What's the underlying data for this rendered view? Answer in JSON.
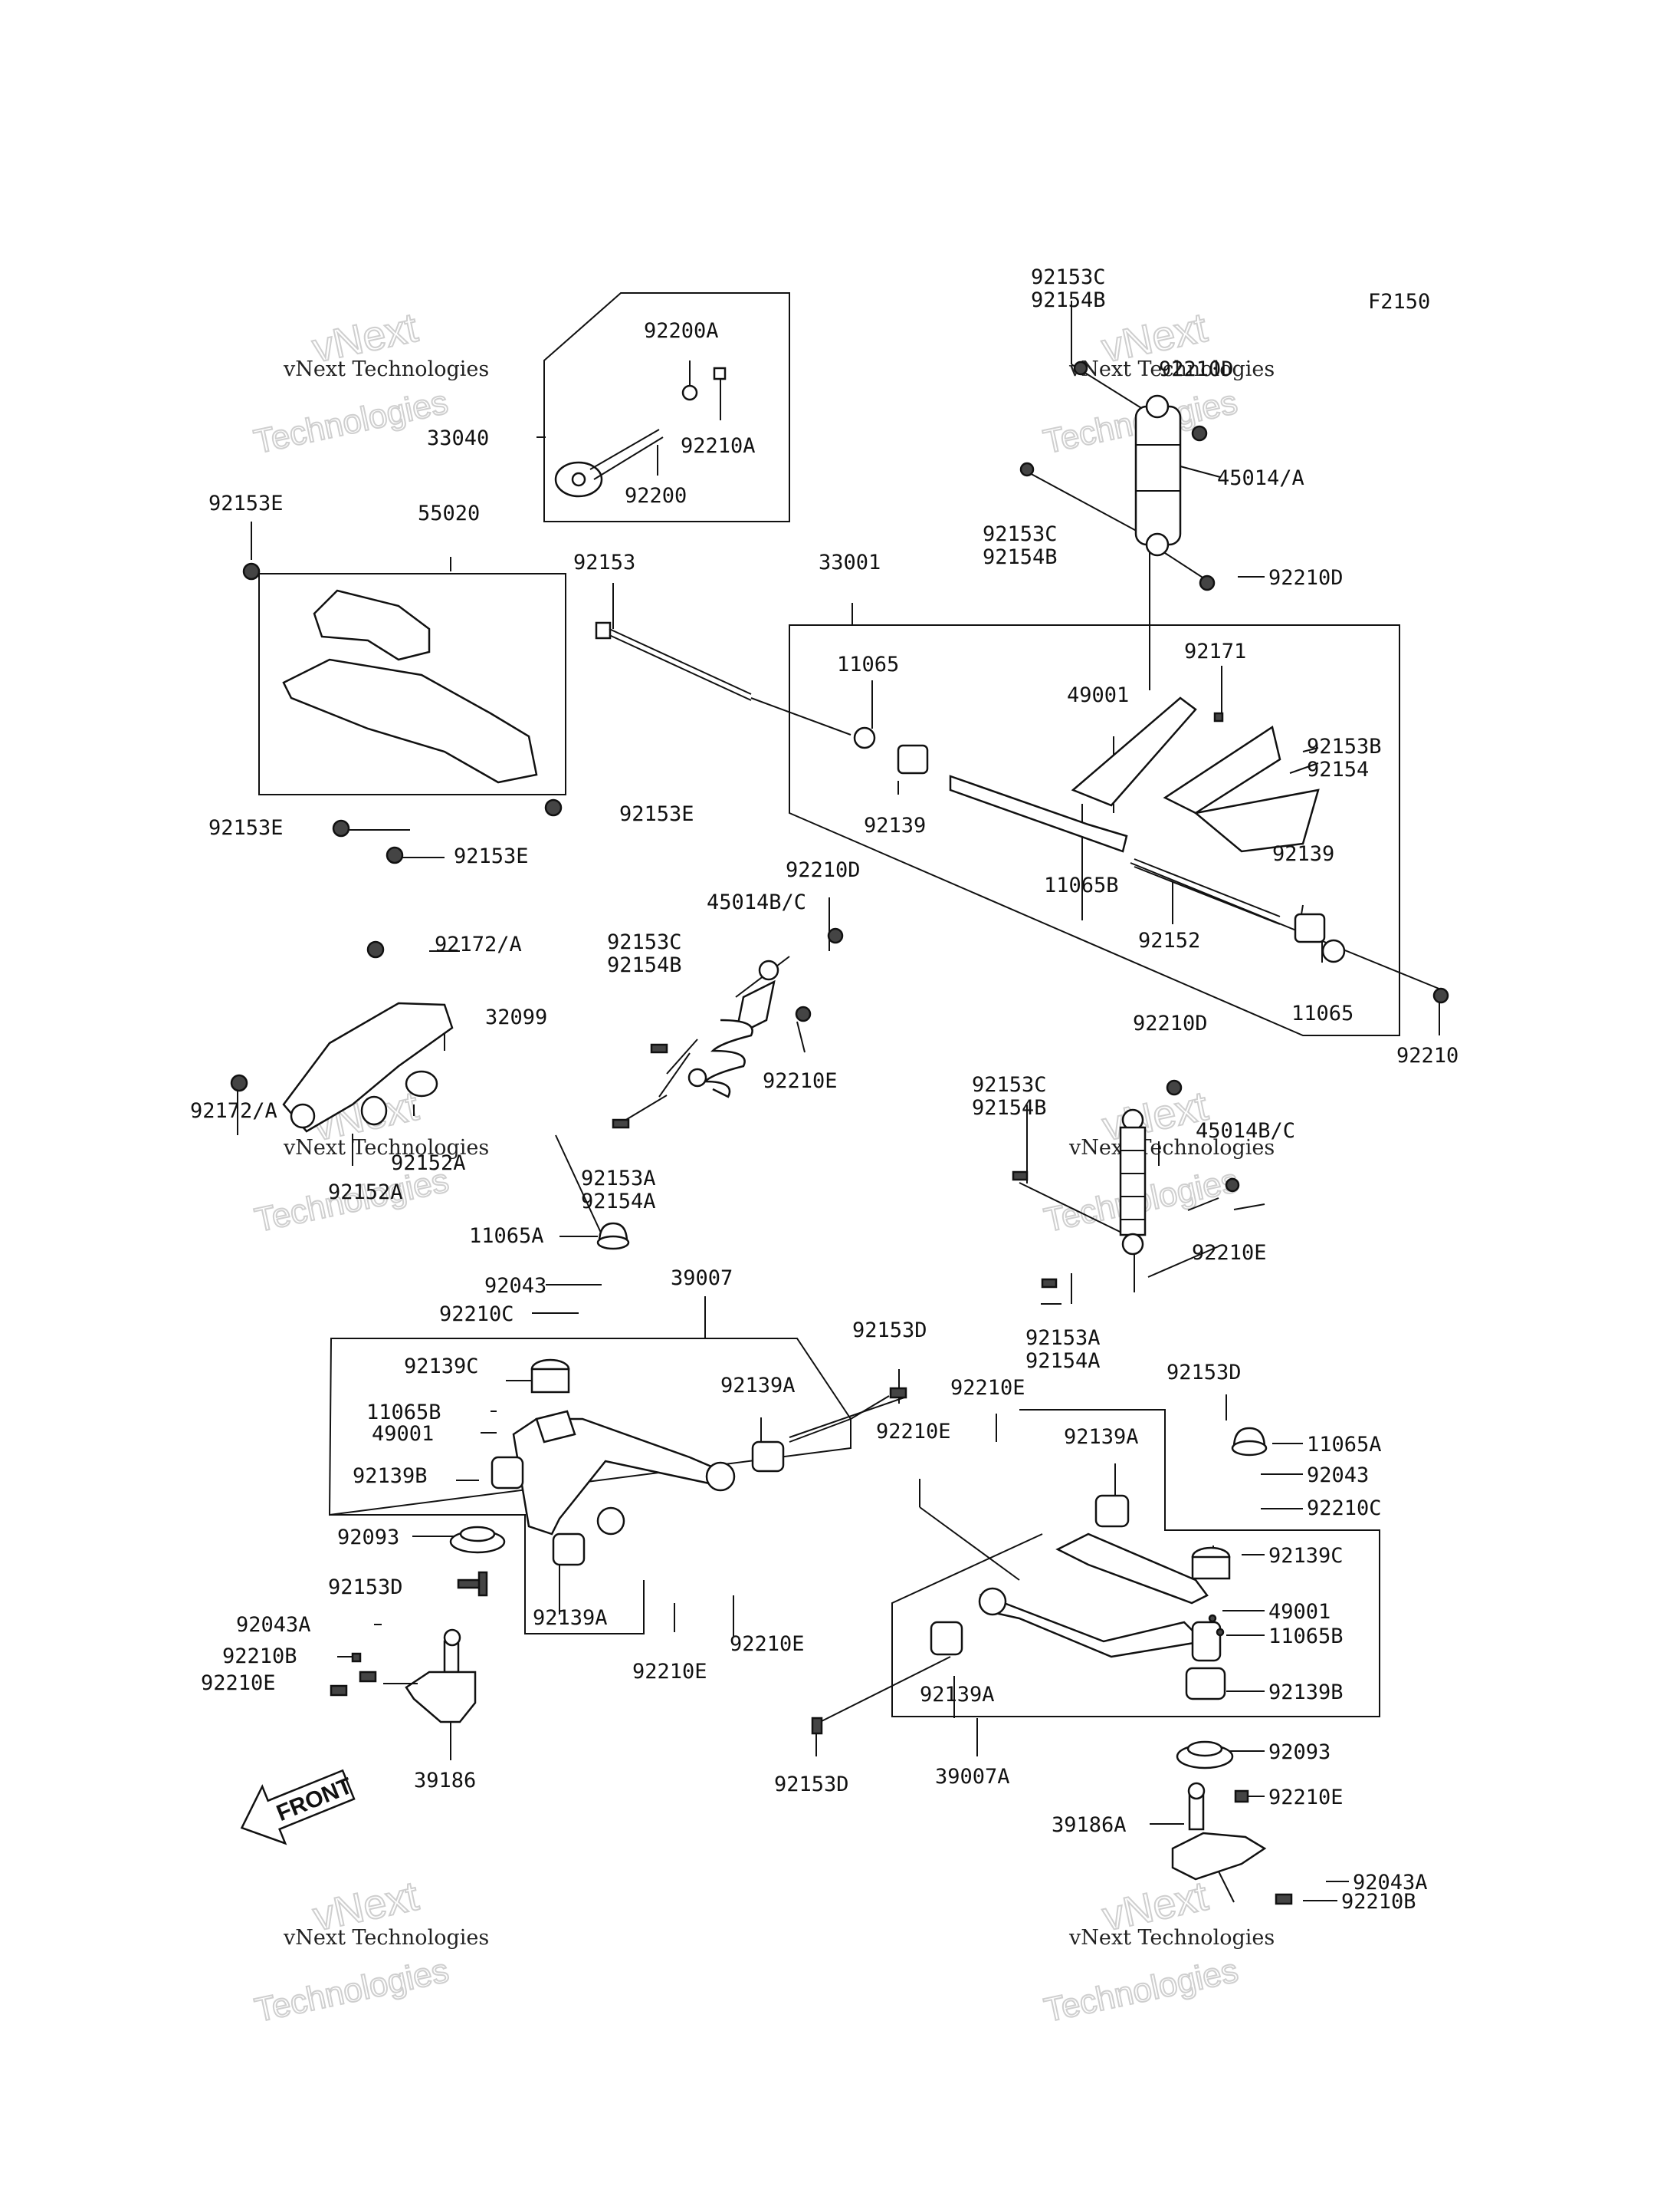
{
  "diagram_code": "F2150",
  "front_label": "FRONT",
  "watermark": {
    "line1": "vNext Technologies",
    "line2": "vNext",
    "line3": "Technologies"
  },
  "labels": {
    "l_92153C_top": "92153C",
    "l_92154B_top": "92154B",
    "l_92210D_top": "92210D",
    "l_45014A": "45014/A",
    "l_92153C_2": "92153C",
    "l_92154B_2": "92154B",
    "l_92210D_2": "92210D",
    "l_92200A": "92200A",
    "l_33040": "33040",
    "l_92210A": "92210A",
    "l_92200": "92200",
    "l_92153E_1": "92153E",
    "l_55020": "55020",
    "l_92153": "92153",
    "l_33001": "33001",
    "l_11065_top": "11065",
    "l_49001": "49001",
    "l_92171": "92171",
    "l_92153B": "92153B",
    "l_92154": "92154",
    "l_92139_1": "92139",
    "l_11065B": "11065B",
    "l_92139_2": "92139",
    "l_92152": "92152",
    "l_11065_bot": "11065",
    "l_92210": "92210",
    "l_92153E_2": "92153E",
    "l_92153E_3": "92153E",
    "l_92153E_4": "92153E",
    "l_92210D_3": "92210D",
    "l_45014BC_1": "45014B/C",
    "l_92153C_3": "92153C",
    "l_92154B_3": "92154B",
    "l_92172A_1": "92172/A",
    "l_32099": "32099",
    "l_92210E_1": "92210E",
    "l_92172A_2": "92172/A",
    "l_92152A_1": "92152A",
    "l_92152A_2": "92152A",
    "l_92153A_1": "92153A",
    "l_92154A_1": "92154A",
    "l_92210D_4": "92210D",
    "l_92153C_4": "92153C",
    "l_92154B_4": "92154B",
    "l_45014BC_2": "45014B/C",
    "l_92210E_2": "92210E",
    "l_11065A_1": "11065A",
    "l_92043_1": "92043",
    "l_39007": "39007",
    "l_92210C_1": "92210C",
    "l_92153A_2": "92153A",
    "l_92154A_2": "92154A",
    "l_92153D_1": "92153D",
    "l_92139C_1": "92139C",
    "l_92139A_1": "92139A",
    "l_11065B_2": "11065B",
    "l_49001_2": "49001",
    "l_92139B_1": "92139B",
    "l_92210E_3": "92210E",
    "l_92210E_4": "92210E",
    "l_92153D_2": "92153D",
    "l_11065A_2": "11065A",
    "l_92139A_2": "92139A",
    "l_92043_2": "92043",
    "l_92210C_2": "92210C",
    "l_92093_1": "92093",
    "l_92139C_2": "92139C",
    "l_92153D_3": "92153D",
    "l_92139A_3": "92139A",
    "l_92210E_5": "92210E",
    "l_49001_3": "49001",
    "l_11065B_3": "11065B",
    "l_92043A_1": "92043A",
    "l_92210E_6": "92210E",
    "l_92210B_1": "92210B",
    "l_92210E_7": "92210E",
    "l_92139A_4": "92139A",
    "l_92139B_2": "92139B",
    "l_39186": "39186",
    "l_92153D_4": "92153D",
    "l_39007A": "39007A",
    "l_92093_2": "92093",
    "l_92210E_8": "92210E",
    "l_39186A": "39186A",
    "l_92043A_2": "92043A",
    "l_92210B_2": "92210B"
  }
}
